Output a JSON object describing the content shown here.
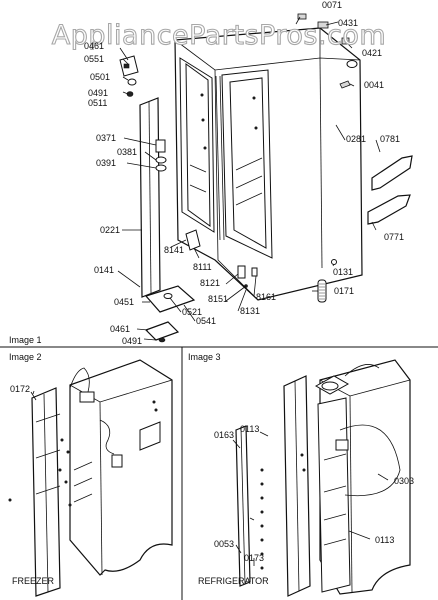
{
  "watermark": "AppliancePartsPros.com",
  "images": [
    {
      "label": "Image 1",
      "caption": ""
    },
    {
      "label": "Image 2",
      "caption": "FREEZER"
    },
    {
      "label": "Image 3",
      "caption": "REFRIGERATOR"
    }
  ],
  "callouts_image1": [
    "0071",
    "0431",
    "0461",
    "0551",
    "0501",
    "0491",
    "0511",
    "0421",
    "0041",
    "0371",
    "0381",
    "0391",
    "0281",
    "0781",
    "0221",
    "0141",
    "8141",
    "8111",
    "0131",
    "8121",
    "8151",
    "8161",
    "0171",
    "8131",
    "0451",
    "0521",
    "0541",
    "0771",
    "0461",
    "0491"
  ],
  "callouts_image2": [
    "0172"
  ],
  "callouts_image3": [
    "0113",
    "0163",
    "0303",
    "0053",
    "0173",
    "0113"
  ]
}
